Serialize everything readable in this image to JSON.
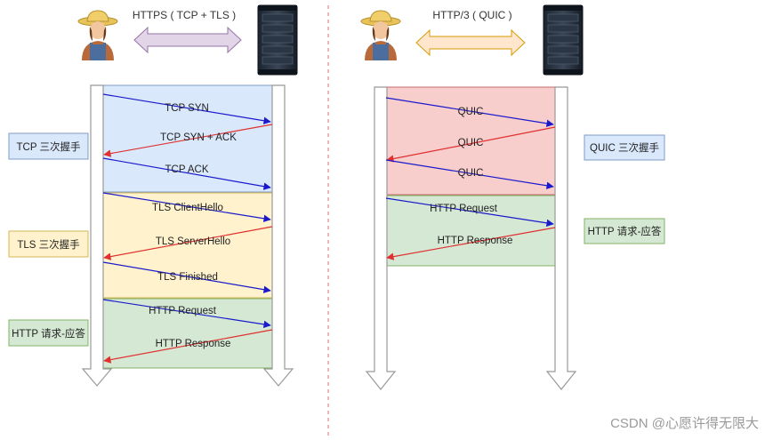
{
  "left_diagram": {
    "title": "HTTPS ( TCP + TLS )",
    "phase_labels": [
      "TCP 三次握手",
      "TLS 三次握手",
      "HTTP 请求-应答"
    ],
    "messages": [
      {
        "label": "TCP SYN",
        "direction": "to-server",
        "color": "#1a1acc"
      },
      {
        "label": "TCP SYN + ACK",
        "direction": "to-client",
        "color": "#e03030"
      },
      {
        "label": "TCP ACK",
        "direction": "to-server",
        "color": "#1a1acc"
      },
      {
        "label": "TLS ClientHello",
        "direction": "to-server",
        "color": "#1a1acc"
      },
      {
        "label": "TLS ServerHello",
        "direction": "to-client",
        "color": "#e03030"
      },
      {
        "label": "TLS Finished",
        "direction": "to-server",
        "color": "#1a1acc"
      },
      {
        "label": "HTTP Request",
        "direction": "to-server",
        "color": "#1a1acc"
      },
      {
        "label": "HTTP Response",
        "direction": "to-client",
        "color": "#e03030"
      }
    ]
  },
  "right_diagram": {
    "title": "HTTP/3 ( QUIC )",
    "phase_labels": [
      "QUIC 三次握手",
      "HTTP 请求-应答"
    ],
    "messages": [
      {
        "label": "QUIC",
        "direction": "to-server",
        "color": "#1a1acc"
      },
      {
        "label": "QUIC",
        "direction": "to-client",
        "color": "#e03030"
      },
      {
        "label": "QUIC",
        "direction": "to-server",
        "color": "#1a1acc"
      },
      {
        "label": "HTTP Request",
        "direction": "to-server",
        "color": "#1a1acc"
      },
      {
        "label": "HTTP Response",
        "direction": "to-client",
        "color": "#e03030"
      }
    ]
  },
  "colors": {
    "tcp_phase": "#dae8fc",
    "tls_phase": "#fff2cc",
    "http_phase": "#d5e8d4",
    "quic_phase": "#f8cecc",
    "https_double_arrow": "#e1d5e7",
    "quic_double_arrow": "#ffe6cc"
  },
  "icons": {
    "client": "farmer-avatar-icon",
    "server": "server-rack-icon"
  },
  "watermark": "CSDN @心愿许得无限大"
}
